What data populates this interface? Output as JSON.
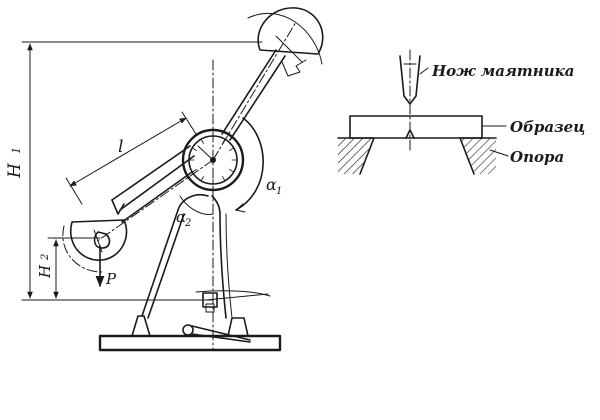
{
  "labels": {
    "h1_main": "H",
    "h1_sub": "1",
    "h2_main": "H",
    "h2_sub": "2",
    "length": "l",
    "alpha1_main": "α",
    "alpha1_sub": "1",
    "alpha2_main": "α",
    "alpha2_sub": "2",
    "force": "P",
    "knife": "Нож маятника",
    "specimen": "Образец",
    "support": "Опора"
  }
}
